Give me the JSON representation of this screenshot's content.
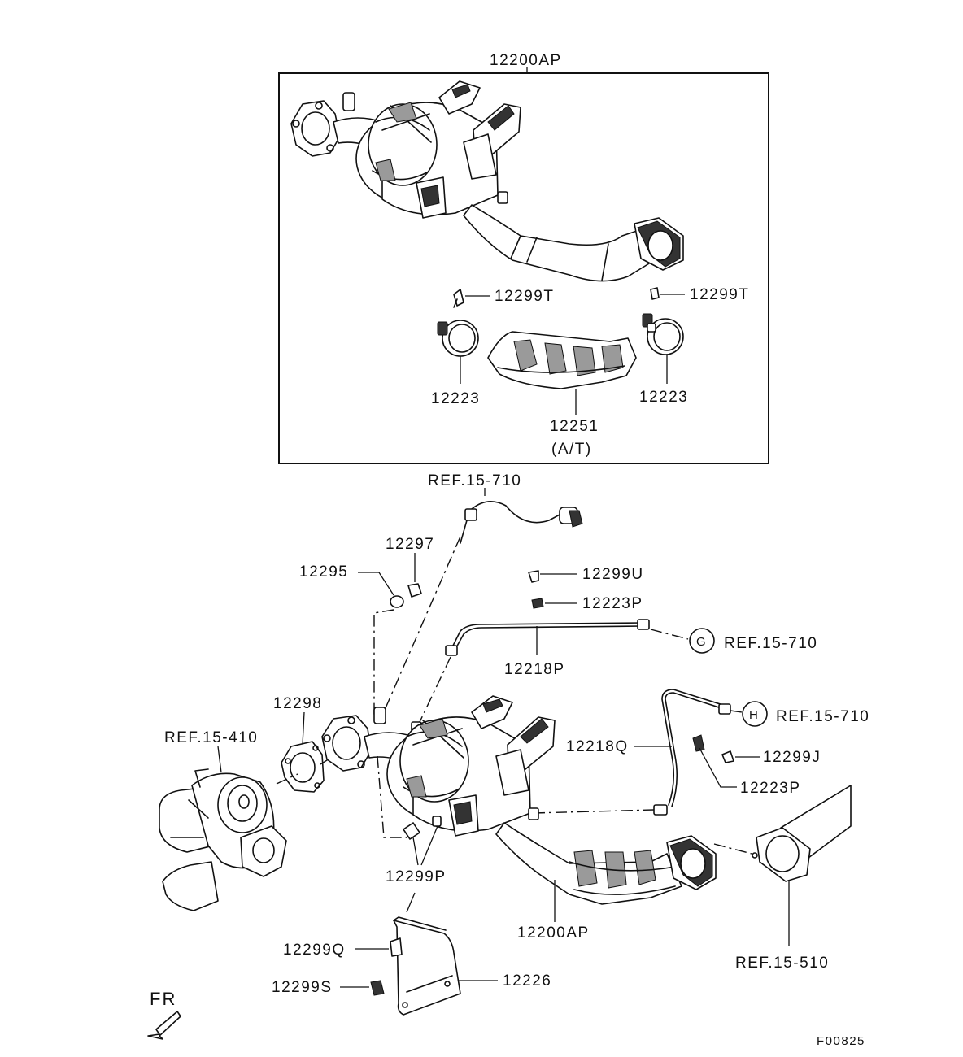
{
  "diagram": {
    "drawing_code": "F00825",
    "direction_label": "FR",
    "inset": {
      "title": "12200AP",
      "labels": {
        "bolt_left": "12299T",
        "bolt_right": "12299T",
        "clamp_left": "12223",
        "clamp_right": "12223",
        "shield": "12251",
        "shield_note": "(A/T)"
      }
    },
    "main": {
      "labels": {
        "ref_sensor_top": "REF.15-710",
        "nut": "12297",
        "washer": "12295",
        "bolt_u": "12299U",
        "clip_p": "12223P",
        "pipe_p": "12218P",
        "ref_g": "REF.15-710",
        "callout_g": "G",
        "gasket": "12298",
        "ref_turbo": "REF.15-410",
        "callout_h": "H",
        "ref_h": "REF.15-710",
        "pipe_q": "12218Q",
        "bolt_j": "12299J",
        "clip_p2": "12223P",
        "bolt_p": "12299P",
        "converter": "12200AP",
        "bolt_q": "12299Q",
        "bracket": "12226",
        "bolt_s": "12299S",
        "ref_exhaust": "REF.15-510"
      }
    }
  }
}
